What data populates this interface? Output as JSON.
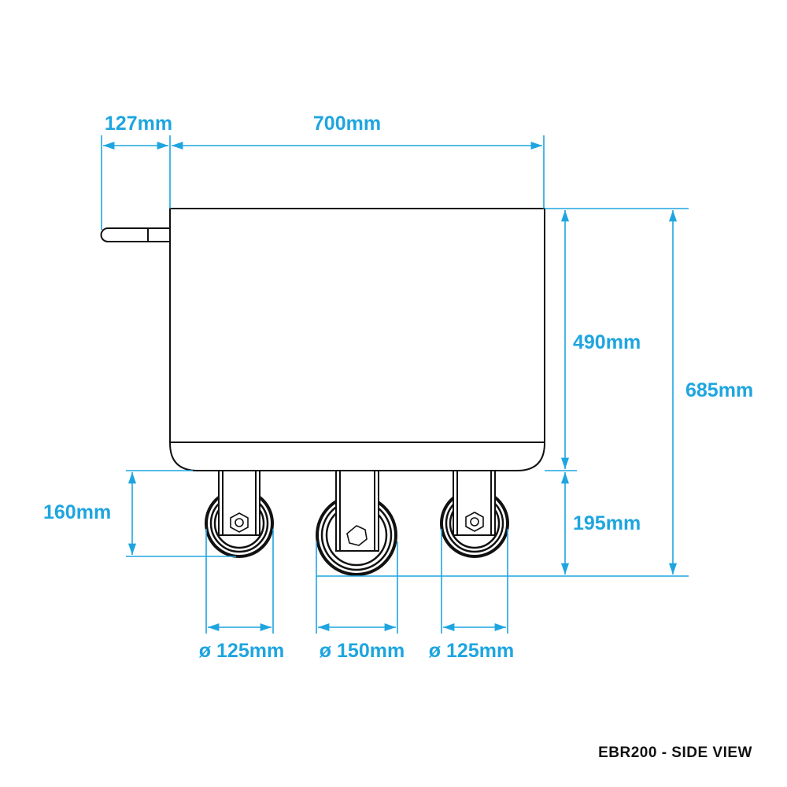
{
  "title": "EBR200 - SIDE VIEW",
  "colors": {
    "dimension": "#1ea5e0",
    "outline": "#111111"
  },
  "dimensions": {
    "handle_length": "127mm",
    "body_length": "700mm",
    "body_height": "490mm",
    "overall_height": "685mm",
    "caster_height": "195mm",
    "small_caster_height": "160mm",
    "wheel_left": "ø 125mm",
    "wheel_middle": "ø 150mm",
    "wheel_right": "ø 125mm"
  }
}
